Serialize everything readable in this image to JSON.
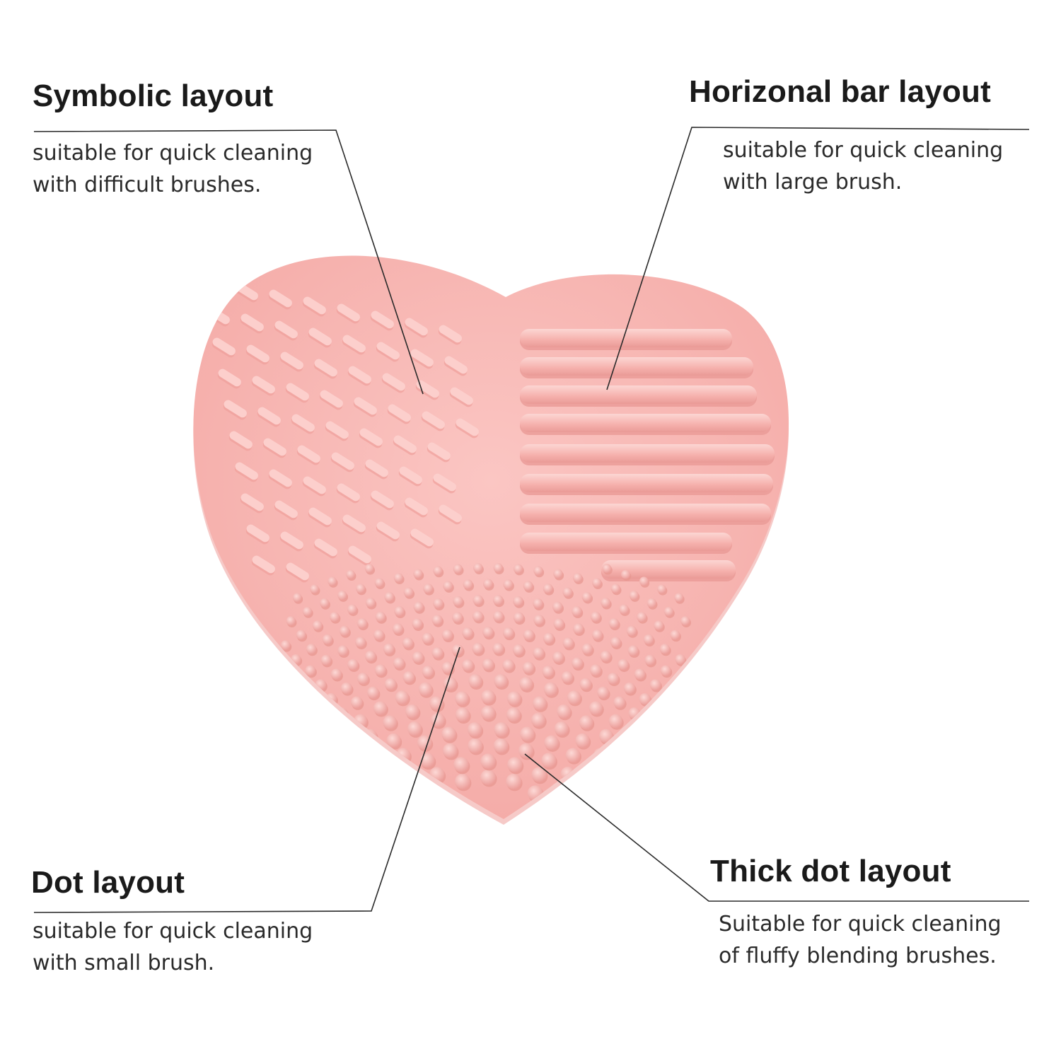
{
  "callouts": {
    "symbolic": {
      "title": "Symbolic layout",
      "lines": [
        "suitable for quick cleaning",
        "with difficult brushes."
      ]
    },
    "horizontal_bar": {
      "title": "Horizonal bar layout",
      "lines": [
        "suitable for quick cleaning",
        "with large brush."
      ]
    },
    "dot": {
      "title": "Dot layout",
      "lines": [
        "suitable for quick cleaning",
        "with small brush."
      ]
    },
    "thick_dot": {
      "title": "Thick dot layout",
      "lines": [
        "Suitable for quick cleaning",
        "of fluffy blending brushes."
      ]
    }
  },
  "colors": {
    "heart_base": "#f8b9b6",
    "heart_shadow": "#eea39f",
    "ridge": "#f3a9a5",
    "ridge_highlight": "#fcd2cf",
    "leader_line": "#2a2a2a"
  }
}
